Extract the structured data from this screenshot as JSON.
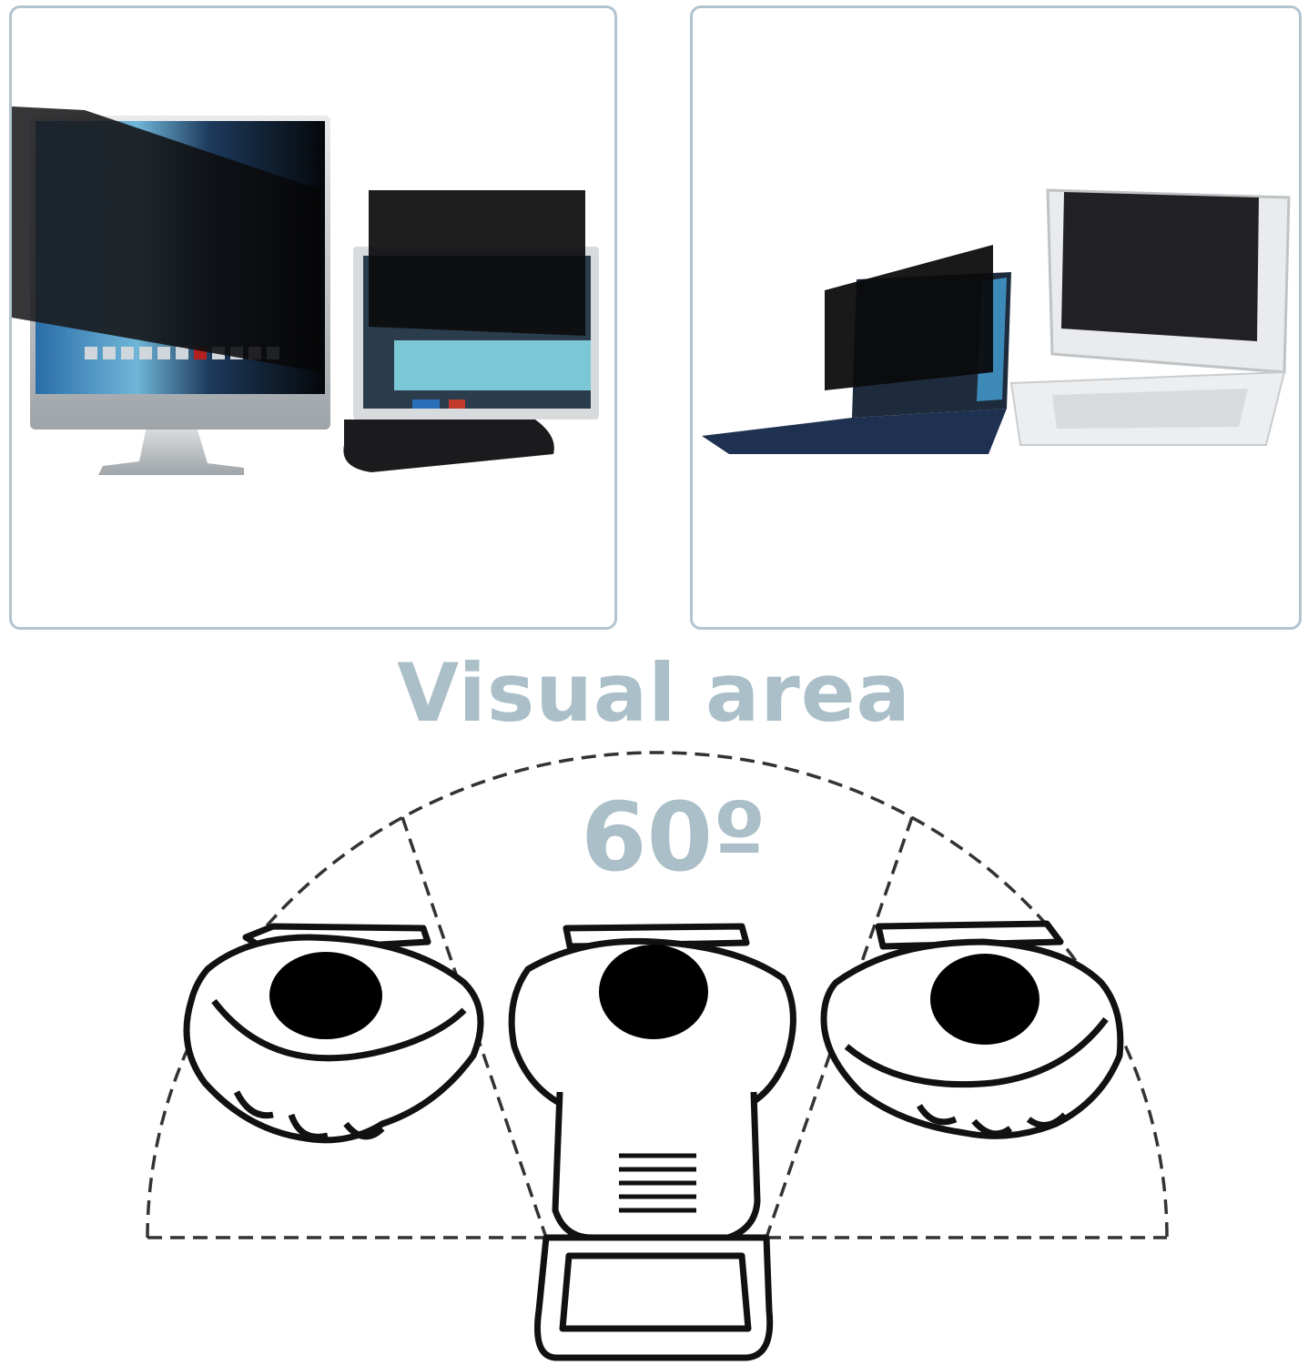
{
  "heading": "Visual area",
  "angle_label": "60º",
  "colors": {
    "frame": "#b3c4cf",
    "label": "#abbfc9",
    "filter": "#0a0a0c",
    "line": "#1a1a1a"
  },
  "panels": [
    {
      "name": "monitor-filters",
      "images": [
        "widescreen-monitor-with-privacy-filter",
        "standard-monitor-with-privacy-filter"
      ]
    },
    {
      "name": "laptop-filters",
      "images": [
        "dark-laptop-with-privacy-filter",
        "silver-laptop-with-privacy-filter"
      ]
    }
  ]
}
